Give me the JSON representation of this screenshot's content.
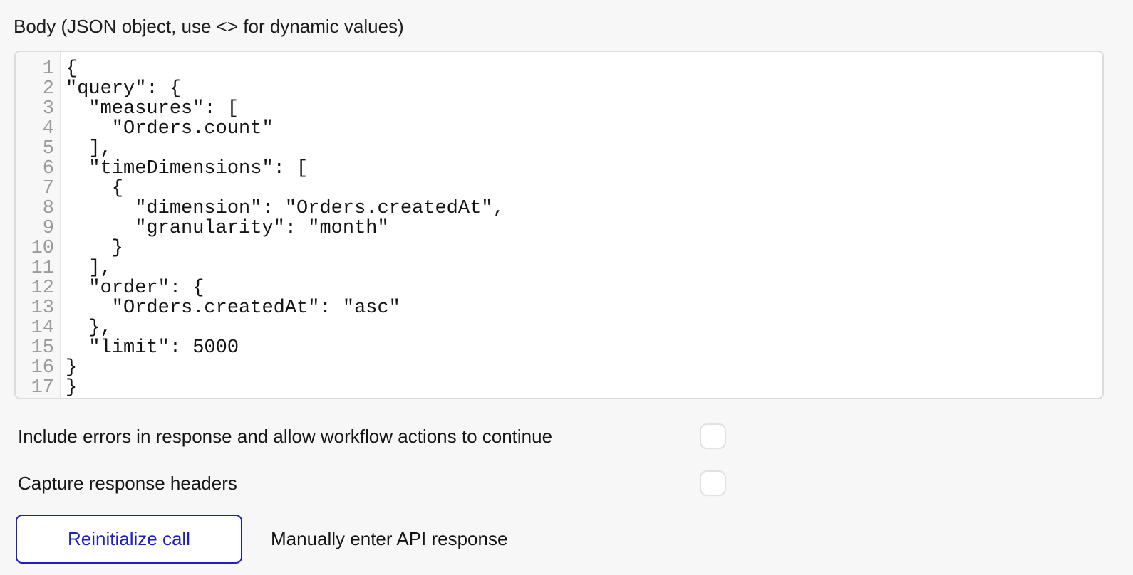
{
  "colors": {
    "page_background": "#f7f7f7",
    "accent_blue": "#1d1fc4",
    "editor_border": "#dcdcdc",
    "gutter_background": "#f7f7f7",
    "line_number_gray": "#9b9b9b",
    "checkbox_border": "#e2e2e2"
  },
  "body_field": {
    "label": "Body (JSON object, use <> for dynamic values)",
    "code_lines": [
      "{",
      "\"query\": {",
      "  \"measures\": [",
      "    \"Orders.count\"",
      "  ],",
      "  \"timeDimensions\": [",
      "    {",
      "      \"dimension\": \"Orders.createdAt\",",
      "      \"granularity\": \"month\"",
      "    }",
      "  ],",
      "  \"order\": {",
      "    \"Orders.createdAt\": \"asc\"",
      "  },",
      "  \"limit\": 5000",
      "}",
      "}"
    ]
  },
  "options": [
    {
      "label": "Include errors in response and allow workflow actions to continue",
      "checked": false
    },
    {
      "label": "Capture response headers",
      "checked": false
    }
  ],
  "footer": {
    "reinitialize_label": "Reinitialize call",
    "manual_label": "Manually enter API response"
  }
}
